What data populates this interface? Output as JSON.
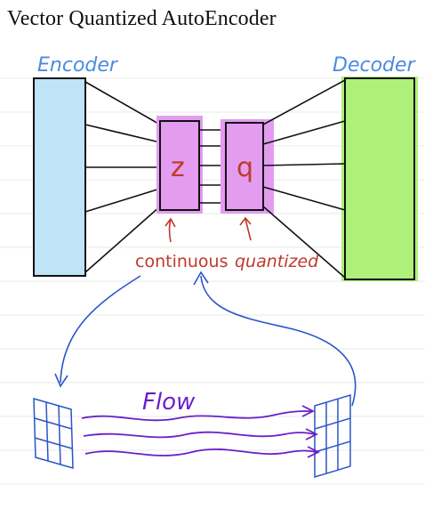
{
  "title": "Vector Quantized AutoEncoder",
  "labels": {
    "encoder": "Encoder",
    "decoder": "Decoder",
    "z": "z",
    "q": "q",
    "continuous": "continuous",
    "quantized": "quantized",
    "flow": "Flow"
  },
  "colors": {
    "encoder_fill": "#bfe3f7",
    "decoder_fill": "#aef07a",
    "latent_fill": "#e39cf0",
    "label_blue": "#4a8be0",
    "annotation_red": "#c0392b",
    "flow_purple": "#6a1fc9",
    "arrow_blue": "#2a55c8",
    "rule_line": "#e6e6e6"
  }
}
